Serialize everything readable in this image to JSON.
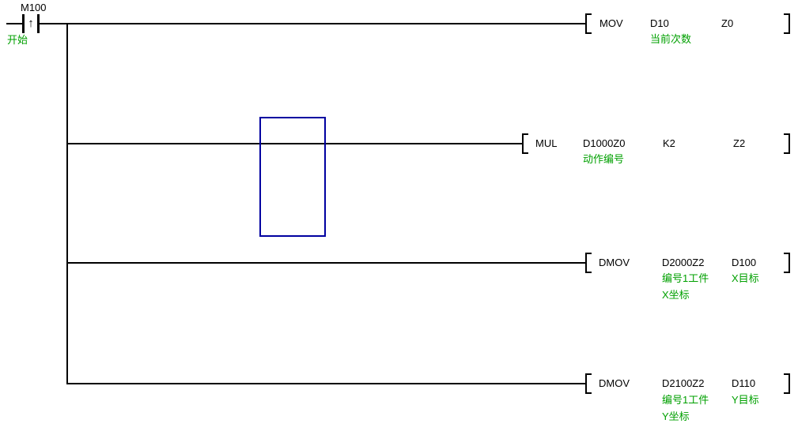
{
  "ladder": {
    "contact": {
      "device": "M100",
      "comment": "开始",
      "pulse_symbol": "↑"
    },
    "rungs": [
      {
        "instruction": "MOV",
        "operand1": "D10",
        "operand2": "Z0",
        "operand1_comment": "当前次数"
      },
      {
        "instruction": "MUL",
        "operand1": "D1000Z0",
        "operand2": "K2",
        "operand3": "Z2",
        "operand1_comment": "动作编号"
      },
      {
        "instruction": "DMOV",
        "operand1": "D2000Z2",
        "operand2": "D100",
        "operand1_comment_line1": "编号1工件",
        "operand1_comment_line2": "X坐标",
        "operand2_comment": "X目标"
      },
      {
        "instruction": "DMOV",
        "operand1": "D2100Z2",
        "operand2": "D110",
        "operand1_comment_line1": "编号1工件",
        "operand1_comment_line2": "Y坐标",
        "operand2_comment": "Y目标"
      }
    ],
    "colors": {
      "line": "#000000",
      "comment_text": "#00A000",
      "selection_border": "#0000A0",
      "background": "#ffffff"
    }
  }
}
